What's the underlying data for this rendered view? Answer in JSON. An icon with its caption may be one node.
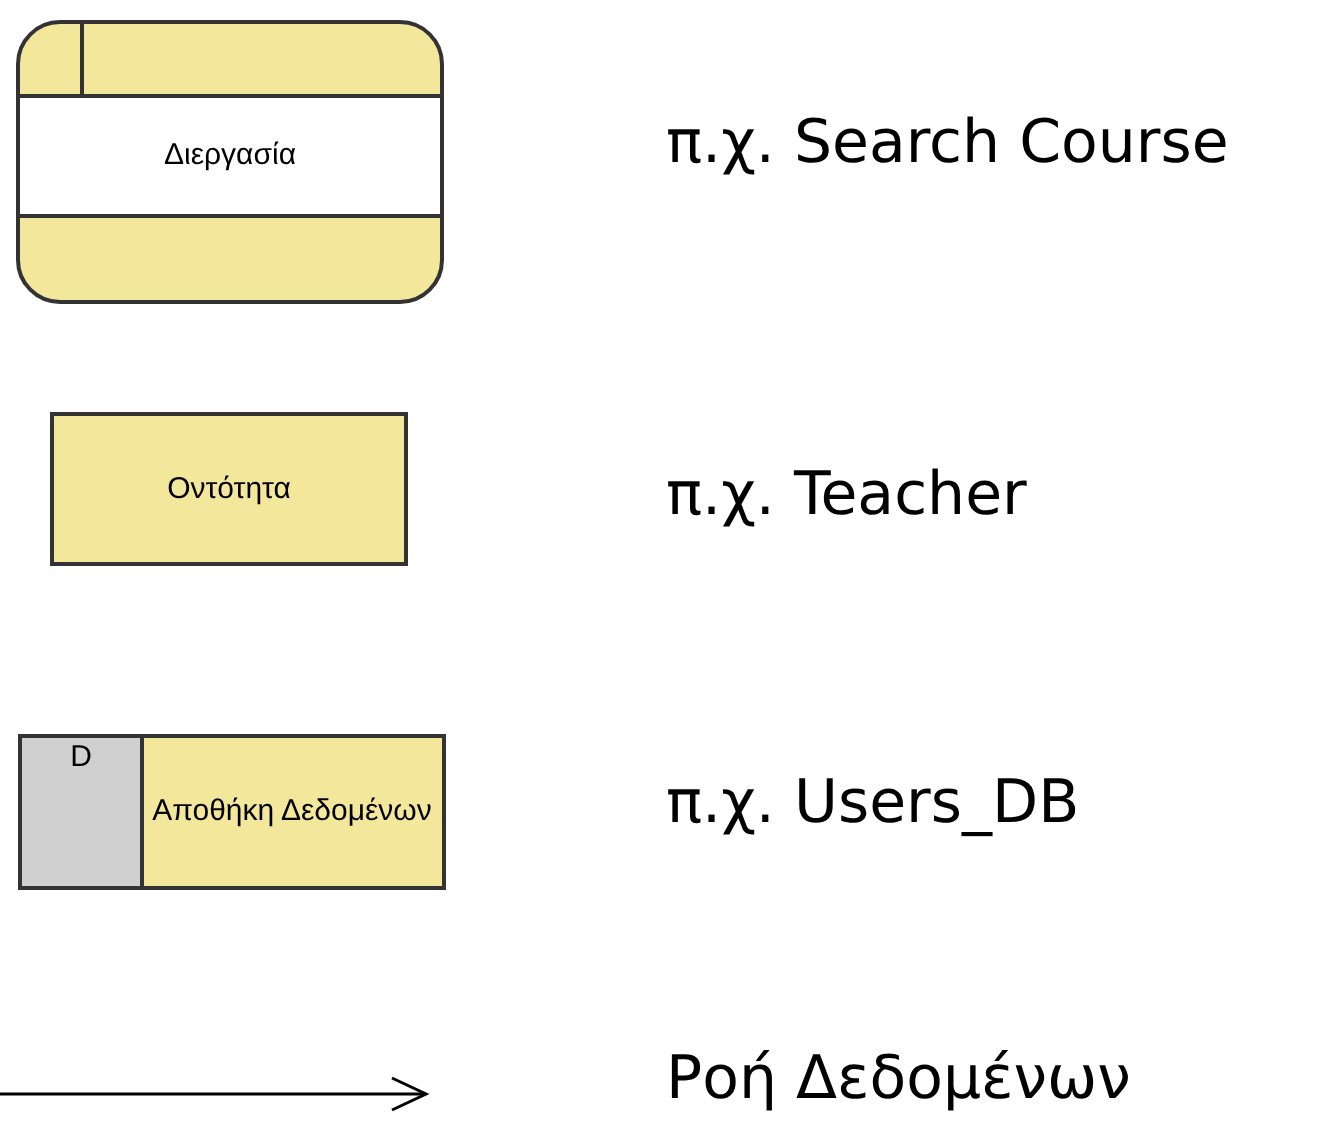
{
  "diagram": {
    "nodes": [
      {
        "text": [
          "Διεργασία"
        ]
      },
      {
        "text": [
          "Οντότητα"
        ]
      },
      {
        "text": [
          "Αποθήκη Δεδομένων"
        ]
      },
      {
        "text": [
          "D"
        ],
        "in": 2
      }
    ],
    "labels": [
      "π.χ. Search Course",
      "π.χ. Teacher",
      "π.χ. Users_DB",
      "Ροή Δεδομένων"
    ]
  }
}
